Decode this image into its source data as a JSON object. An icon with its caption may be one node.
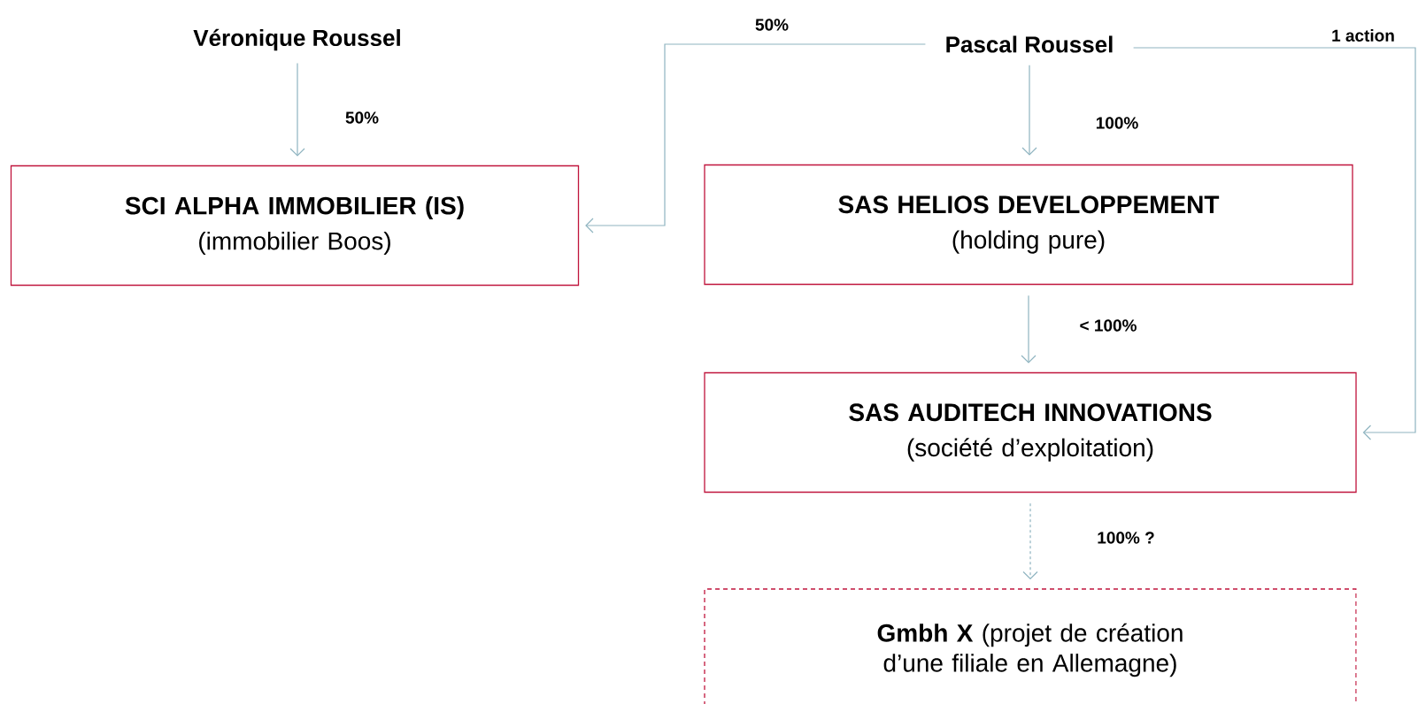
{
  "diagram": {
    "nodes": [
      {
        "text": [
          "Véronique Roussel"
        ]
      },
      {
        "text": [
          "Pascal Roussel"
        ]
      },
      {
        "text": [
          "SCI ALPHA IMMOBILIER (IS)",
          "(immobilier Boos)"
        ]
      },
      {
        "text": [
          "SAS HELIOS DEVELOPPEMENT",
          "(holding pure)"
        ]
      },
      {
        "text": [
          "SAS AUDITECH INNOVATIONS",
          "(société d’exploitation)"
        ]
      },
      {
        "text": [
          "**Gmbh X** (projet de création d’une filiale en Allemagne)"
        ]
      }
    ],
    "edges": [
      {
        "from": 0,
        "to": 2,
        "arrow": "to",
        "label": "50%"
      },
      {
        "from": 1,
        "to": 2,
        "arrow": "to",
        "label": "50%"
      },
      {
        "from": 1,
        "to": 3,
        "arrow": "to",
        "label": "100%"
      },
      {
        "from": 3,
        "to": 4,
        "arrow": "to",
        "label": "< 100%"
      },
      {
        "from": 1,
        "to": 4,
        "arrow": "to",
        "label": "1 action"
      },
      {
        "from": 4,
        "to": 5,
        "arrow": "to",
        "label": "100% ?",
        "style": "dashed"
      }
    ]
  }
}
